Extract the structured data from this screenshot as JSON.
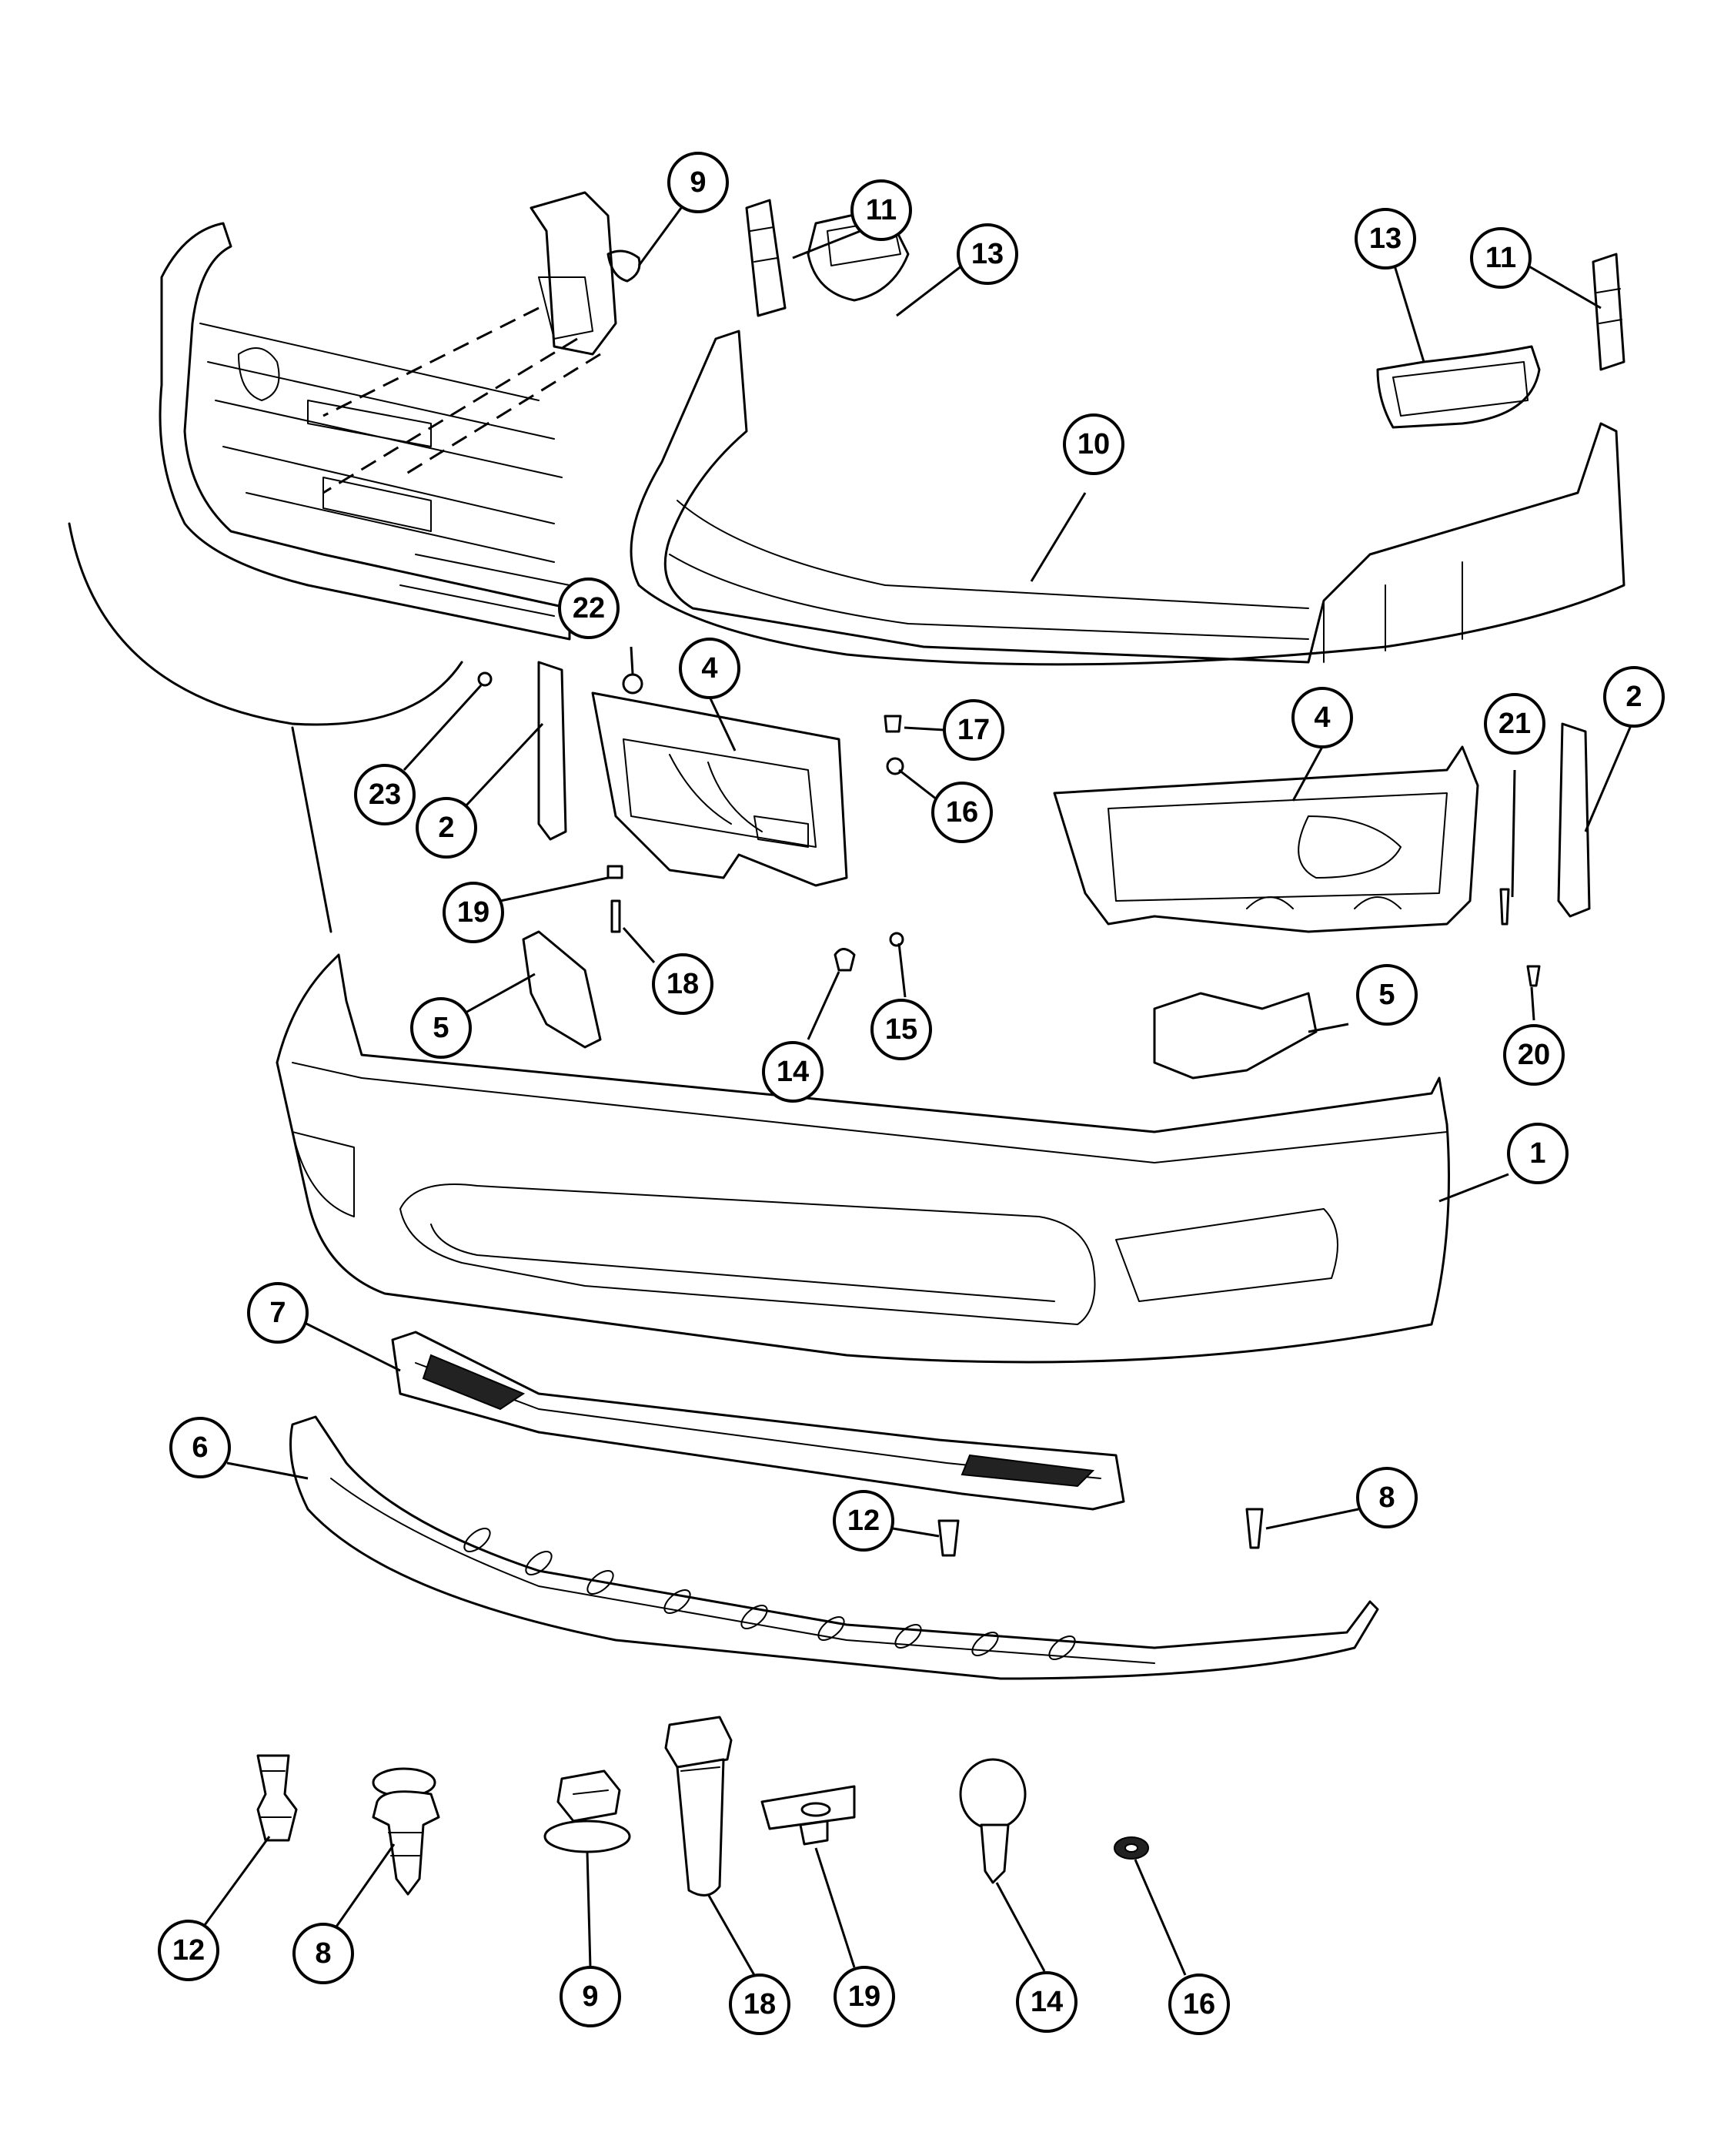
{
  "diagram": {
    "callouts": [
      {
        "id": "c9-top",
        "label": "9"
      },
      {
        "id": "c11-left",
        "label": "11"
      },
      {
        "id": "c13-left",
        "label": "13"
      },
      {
        "id": "c13-right",
        "label": "13"
      },
      {
        "id": "c11-right",
        "label": "11"
      },
      {
        "id": "c10",
        "label": "10"
      },
      {
        "id": "c22",
        "label": "22"
      },
      {
        "id": "c4-left",
        "label": "4"
      },
      {
        "id": "c17",
        "label": "17"
      },
      {
        "id": "c4-right",
        "label": "4"
      },
      {
        "id": "c21",
        "label": "21"
      },
      {
        "id": "c2-right",
        "label": "2"
      },
      {
        "id": "c23",
        "label": "23"
      },
      {
        "id": "c2-left",
        "label": "2"
      },
      {
        "id": "c16-mid",
        "label": "16"
      },
      {
        "id": "c19-mid",
        "label": "19"
      },
      {
        "id": "c18-mid",
        "label": "18"
      },
      {
        "id": "c5-left",
        "label": "5"
      },
      {
        "id": "c5-right",
        "label": "5"
      },
      {
        "id": "c15",
        "label": "15"
      },
      {
        "id": "c14-mid",
        "label": "14"
      },
      {
        "id": "c20",
        "label": "20"
      },
      {
        "id": "c1",
        "label": "1"
      },
      {
        "id": "c7",
        "label": "7"
      },
      {
        "id": "c6",
        "label": "6"
      },
      {
        "id": "c12-mid",
        "label": "12"
      },
      {
        "id": "c8-mid",
        "label": "8"
      },
      {
        "id": "c12-bot",
        "label": "12"
      },
      {
        "id": "c8-bot",
        "label": "8"
      },
      {
        "id": "c9-bot",
        "label": "9"
      },
      {
        "id": "c18-bot",
        "label": "18"
      },
      {
        "id": "c19-bot",
        "label": "19"
      },
      {
        "id": "c14-bot",
        "label": "14"
      },
      {
        "id": "c16-bot",
        "label": "16"
      }
    ]
  }
}
